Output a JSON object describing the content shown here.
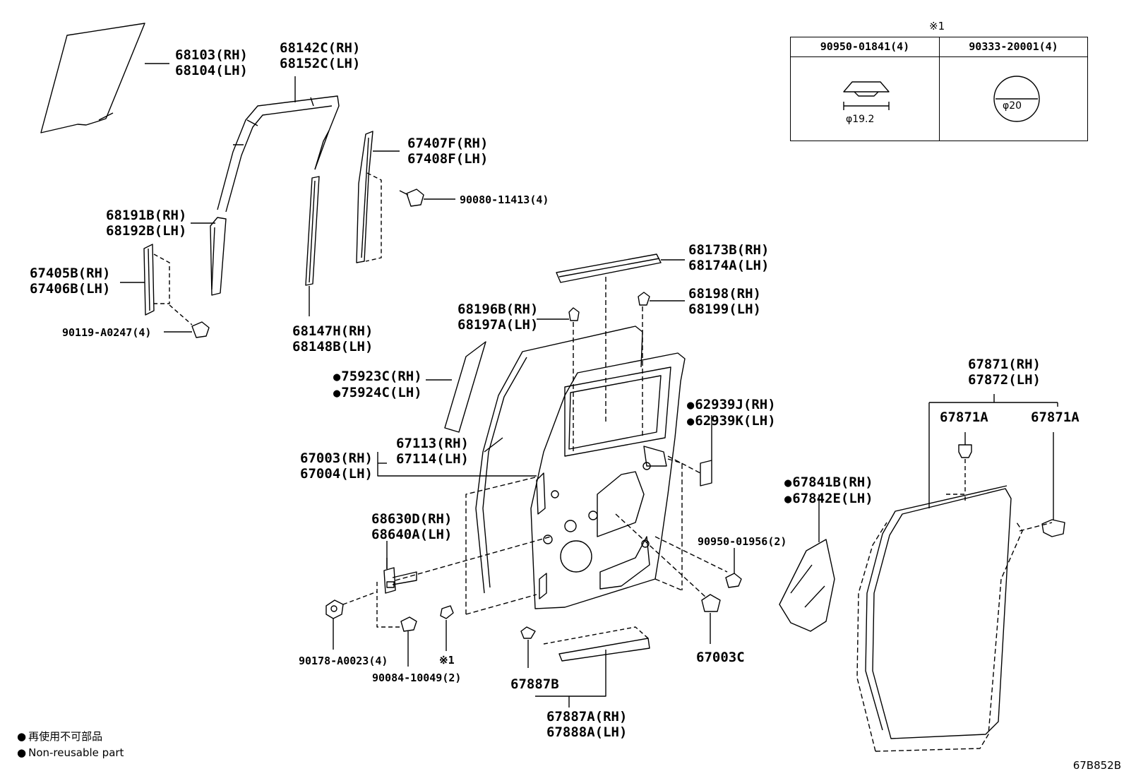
{
  "legend": {
    "jp": "再使用不可部品",
    "en": "Non-reusable part"
  },
  "ref_code": "67B852B",
  "callout_table": {
    "note": "※1",
    "col1_part": "90950-01841(4)",
    "col1_dim": "φ19.2",
    "col2_part": "90333-20001(4)",
    "col2_dim": "φ20"
  },
  "labels": {
    "l68103": [
      "68103(RH)",
      "68104(LH)"
    ],
    "l68142": [
      "68142C(RH)",
      "68152C(LH)"
    ],
    "l67407": [
      "67407F(RH)",
      "67408F(LH)"
    ],
    "l90080": "90080-11413(4)",
    "l68191": [
      "68191B(RH)",
      "68192B(LH)"
    ],
    "l67405": [
      "67405B(RH)",
      "67406B(LH)"
    ],
    "l90119": "90119-A0247(4)",
    "l68147": [
      "68147H(RH)",
      "68148B(LH)"
    ],
    "l68173": [
      "68173B(RH)",
      "68174A(LH)"
    ],
    "l68198": [
      "68198(RH)",
      "68199(LH)"
    ],
    "l68196": [
      "68196B(RH)",
      "68197A(LH)"
    ],
    "l75923": [
      "75923C(RH)",
      "75924C(LH)"
    ],
    "l62939": [
      "62939J(RH)",
      "62939K(LH)"
    ],
    "l67113": [
      "67113(RH)",
      "67114(LH)"
    ],
    "l67003": [
      "67003(RH)",
      "67004(LH)"
    ],
    "l68630": [
      "68630D(RH)",
      "68640A(LH)"
    ],
    "l90950": "90950-01956(2)",
    "l90178": "90178-A0023(4)",
    "l90084": "90084-10049(2)",
    "l_note1": "※1",
    "l67003c": "67003C",
    "l67887b": "67887B",
    "l67887a": [
      "67887A(RH)",
      "67888A(LH)"
    ],
    "l67871": [
      "67871(RH)",
      "67872(LH)"
    ],
    "l67871a_1": "67871A",
    "l67871a_2": "67871A",
    "l67841": [
      "67841B(RH)",
      "67842E(LH)"
    ]
  }
}
